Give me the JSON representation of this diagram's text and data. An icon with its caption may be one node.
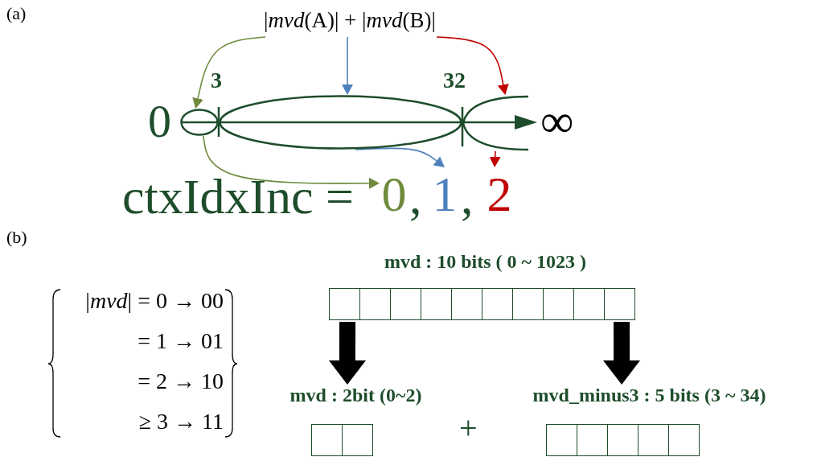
{
  "diagram": {
    "nodes": [
      {
        "text": [
          "|*mvd*(A)| + |*mvd*(B)|"
        ]
      },
      {
        "text": [],
        "shape": "ellipse"
      },
      {
        "text": [],
        "shape": "ellipse"
      },
      {
        "text": [],
        "shape": "arc"
      },
      {
        "text": [
          "0"
        ]
      },
      {
        "text": [
          "1"
        ]
      },
      {
        "text": [
          "2"
        ]
      },
      {
        "text": [
          "mvd : 10 bits ( 0 ~ 1023 )"
        ]
      },
      {
        "text": [
          "mvd : 2bit (0~2)"
        ]
      },
      {
        "text": [
          "mvd_minus3 : 5 bits (3 ~ 34)"
        ]
      }
    ],
    "edges": [
      {
        "from": 0,
        "to": 1,
        "arrow": "to",
        "color": "#6e8b3d"
      },
      {
        "from": 0,
        "to": 2,
        "arrow": "to",
        "color": "#4f81bd"
      },
      {
        "from": 0,
        "to": 3,
        "arrow": "to",
        "color": "#c00000"
      },
      {
        "from": 1,
        "to": 4,
        "arrow": "to",
        "color": "#6e8b3d"
      },
      {
        "from": 2,
        "to": 5,
        "arrow": "to",
        "color": "#4f81bd"
      },
      {
        "from": 3,
        "to": 6,
        "arrow": "to",
        "color": "#c00000"
      },
      {
        "from": 7,
        "to": 8,
        "arrow": "to",
        "style": "thick",
        "color": "#000000"
      },
      {
        "from": 7,
        "to": 9,
        "arrow": "to",
        "style": "thick",
        "color": "#000000"
      }
    ],
    "labels": [
      "(a)",
      "0",
      "3",
      "32",
      "∞",
      "ctxIdxInc =",
      ",",
      ",",
      "(b)",
      "|*mvd*| = 0 → 00",
      "= 1 → 01",
      "= 2 → 10",
      "≥ 3 → 11",
      "+"
    ]
  }
}
